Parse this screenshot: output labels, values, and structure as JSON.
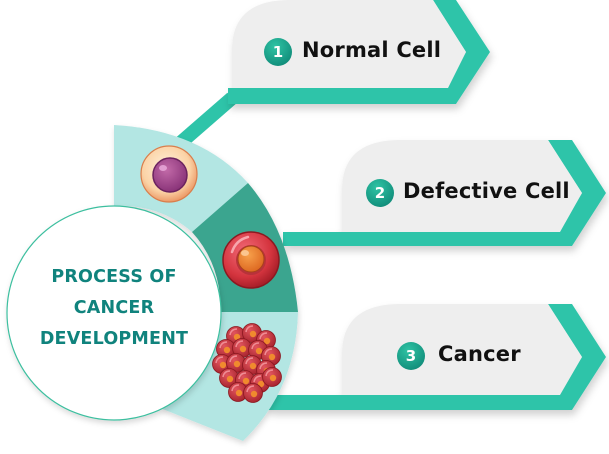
{
  "title": {
    "lines": [
      "PROCESS OF",
      "CANCER",
      "DEVELOPMENT"
    ]
  },
  "steps": [
    {
      "number": "1",
      "label": "Normal Cell",
      "icon": "normal-cell-icon"
    },
    {
      "number": "2",
      "label": "Defective Cell",
      "icon": "defective-cell-icon"
    },
    {
      "number": "3",
      "label": "Cancer",
      "icon": "cancer-cell-cluster-icon"
    }
  ],
  "colors": {
    "accent_teal": "#2ec4a9",
    "dark_band": "#3aa58f",
    "light_band": "#b3e6e3",
    "card_fill": "#eeeeee",
    "title_text": "#10837d",
    "badge": "#14937f"
  }
}
